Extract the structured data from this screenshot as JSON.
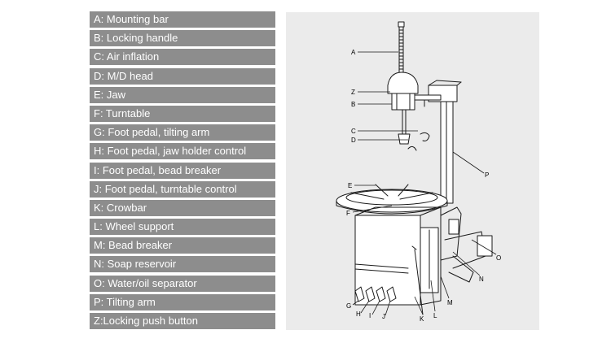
{
  "legend": [
    "A: Mounting bar",
    "B: Locking handle",
    "C: Air inflation",
    "D: M/D head",
    "E: Jaw",
    "F: Turntable",
    "G: Foot pedal, tilting arm",
    "H: Foot pedal, jaw holder control",
    "I: Foot pedal, bead breaker",
    "J: Foot pedal, turntable control",
    "K: Crowbar",
    "L: Wheel support",
    "M: Bead breaker",
    "N: Soap reservoir",
    "O: Water/oil separator",
    "P: Tilting arm",
    "Z:Locking push button"
  ],
  "diagram": {
    "labels": {
      "A": "A",
      "Z": "Z",
      "B": "B",
      "C": "C",
      "D": "D",
      "E": "E",
      "F": "F",
      "P": "P",
      "O": "O",
      "N": "N",
      "M": "M",
      "G": "G",
      "H": "H",
      "I": "I",
      "J": "J",
      "K": "K",
      "L": "L"
    }
  },
  "colors": {
    "legend_bg": "#8d8d8d",
    "legend_text": "#ffffff",
    "panel_bg": "#ebebeb"
  }
}
